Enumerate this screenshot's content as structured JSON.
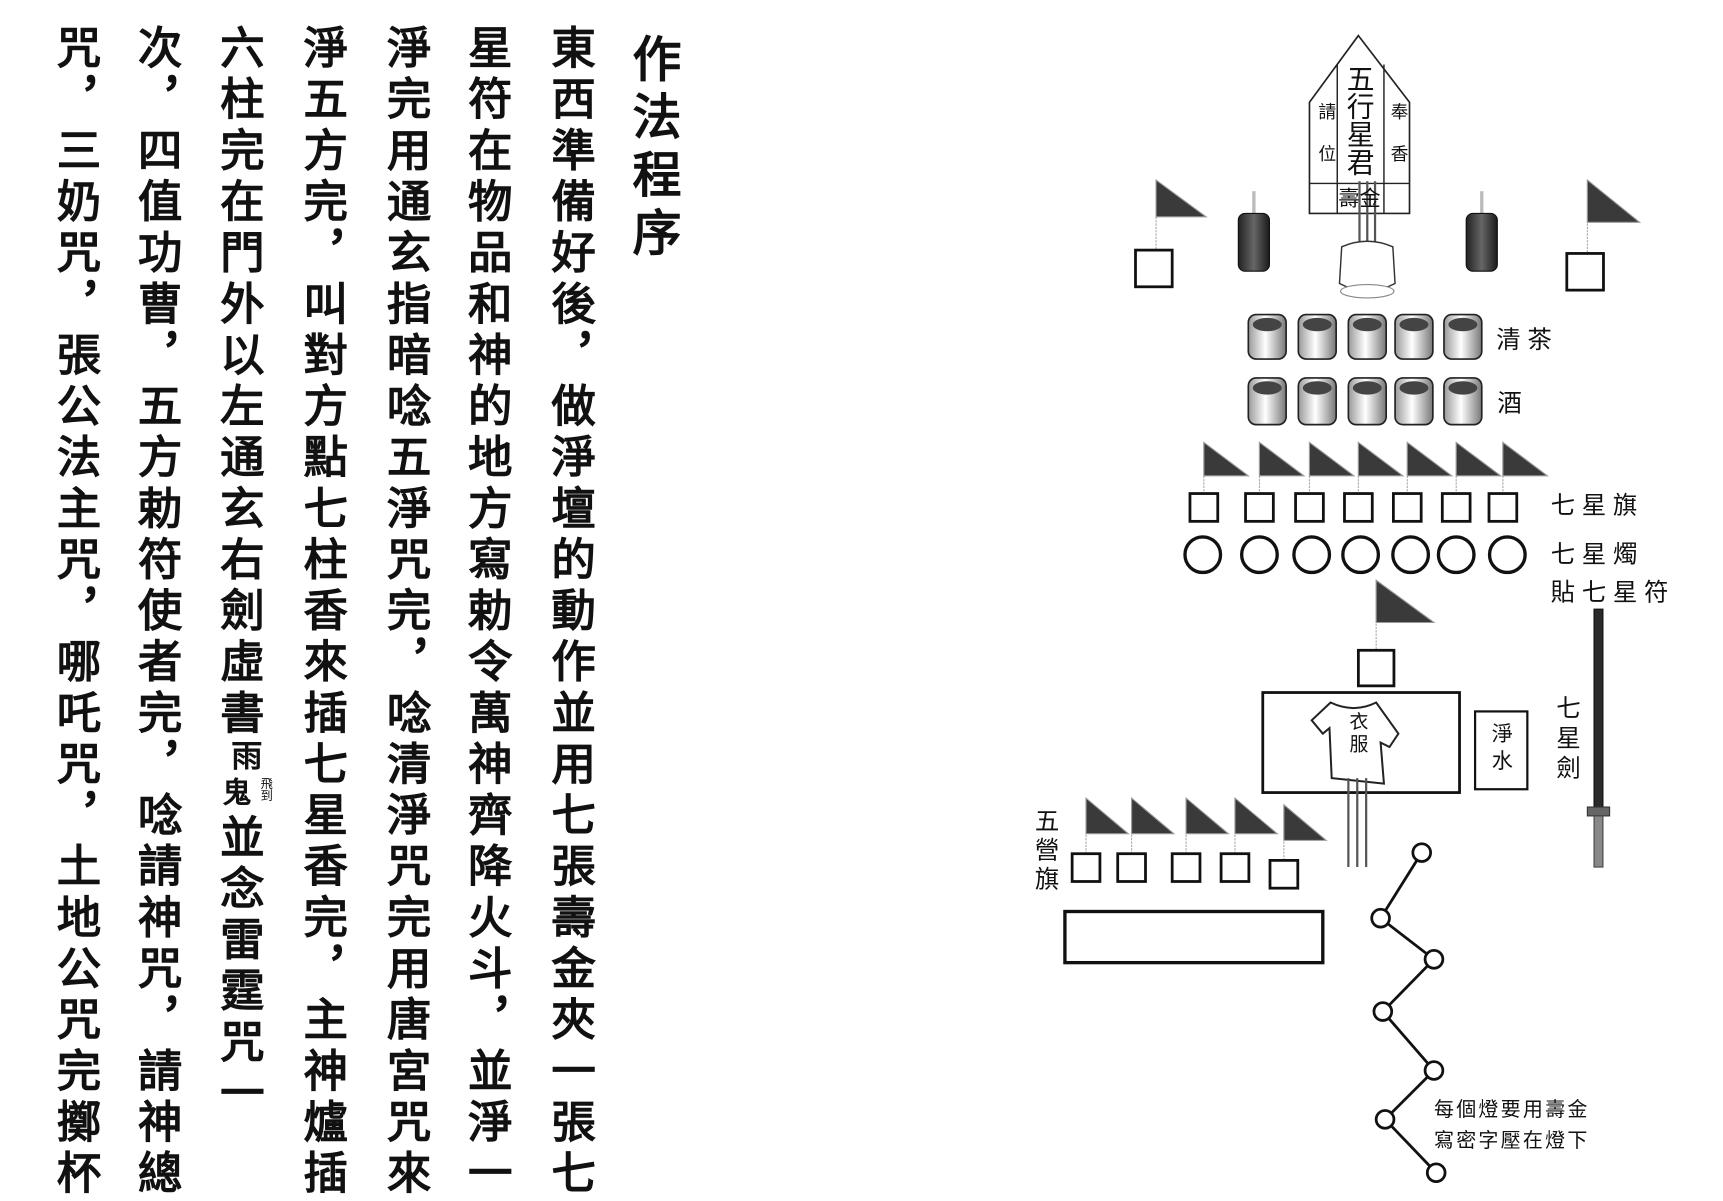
{
  "document": {
    "title": "作法程序",
    "columns": [
      "東西準備好後，做淨壇的動作並用七張壽金夾一張七",
      "星符在物品和神的地方寫勅令萬神齊降火斗，並淨一",
      "淨完用通玄指暗唸五淨咒完，唸清淨咒完用唐宮咒來",
      "淨五方完，叫對方點七柱香來插七星香完，主神爐插",
      "六柱完在門外以左通玄右劍虛書",
      "次，四值功曹，五方勅符使者完，唸請神咒，請神總",
      "咒，三奶咒，張公法主咒，哪吒咒，土地公咒完擲杯"
    ],
    "column6_after": "並念雷霆咒一",
    "special_glyph": {
      "top": "雨",
      "bottom": "鬼",
      "small": "飛到"
    }
  },
  "diagram": {
    "tablet": {
      "center": "五行星君",
      "left": "請位",
      "right": "奉香",
      "bottom": "壽金"
    },
    "labels": {
      "tea": "清茶",
      "wine": "酒",
      "seven_star_flags": "七星旗",
      "seven_star_candles": "七星燭",
      "seven_star_talisman": "貼七星符",
      "clothes": "衣服",
      "clean_water": "淨水",
      "seven_star_sword": "七星劍",
      "five_camp_flags": "五營旗",
      "lamp_note_line1": "每個燈要用壽金",
      "lamp_note_line2": "寫密字壓在燈下"
    }
  }
}
